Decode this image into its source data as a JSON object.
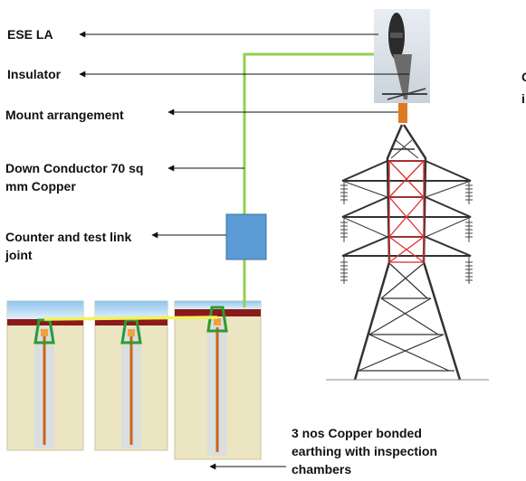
{
  "labels": {
    "ese_la": "ESE LA",
    "insulator": "Insulator",
    "mount": "Mount arrangement",
    "down_conductor": [
      "Down Conductor 70 sq",
      "mm Copper"
    ],
    "counter": [
      "Counter and test link",
      "joint"
    ],
    "earthing": [
      "3 nos Copper bonded",
      "earthing with inspection",
      "chambers"
    ]
  },
  "clipped_text": [
    "C",
    "i"
  ],
  "colors": {
    "conductor": "#92d050",
    "counter_box": "#5b9bd5",
    "tower_steel": "#333333",
    "tower_cross": "#e03030",
    "mount": "#e07a20",
    "soil": "#ece5c2",
    "topsoil": "#8b1a1a",
    "bond_strip": "#f2f25a",
    "chamber": "#2e9b2e",
    "rod": "#c8651e"
  }
}
